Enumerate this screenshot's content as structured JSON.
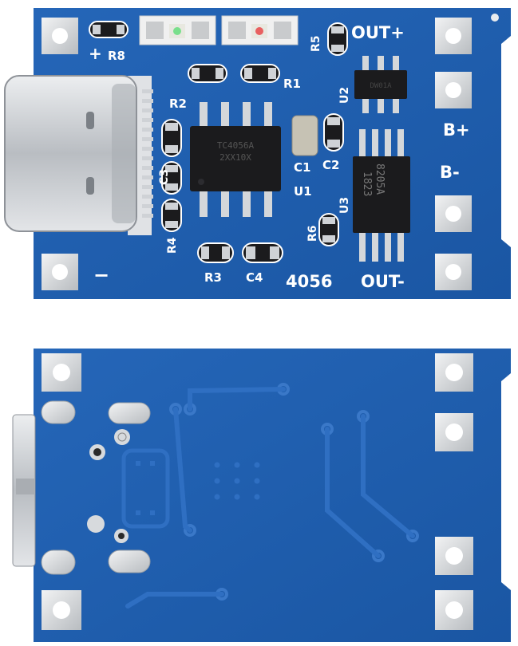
{
  "front_board": {
    "silkscreen": {
      "out_plus": "OUT+",
      "out_minus": "OUT-",
      "b_plus": "B+",
      "b_minus": "B-",
      "minus": "−",
      "plus": "+",
      "part_number": "4056",
      "r1": "R1",
      "r2": "R2",
      "r3": "R3",
      "r4": "R4",
      "r5": "R5",
      "r6": "R6",
      "r8": "R8",
      "c1": "C1",
      "c2": "C2",
      "c3": "C3",
      "c4": "C4",
      "u1": "U1",
      "u2": "U2",
      "u3": "U3"
    },
    "chip_u1_marking": "TC4056A\n2XX10X",
    "chip_u3_marking": "8205A\n1823",
    "chip_u2_marking": "DW01A"
  },
  "colors": {
    "pcb_blue": "#1f5fb0",
    "pcb_dark": "#174b8f",
    "pad_silver": "#d9dcdf",
    "chip_black": "#1b1b1d",
    "usb_metal": "#c9ccd0"
  }
}
